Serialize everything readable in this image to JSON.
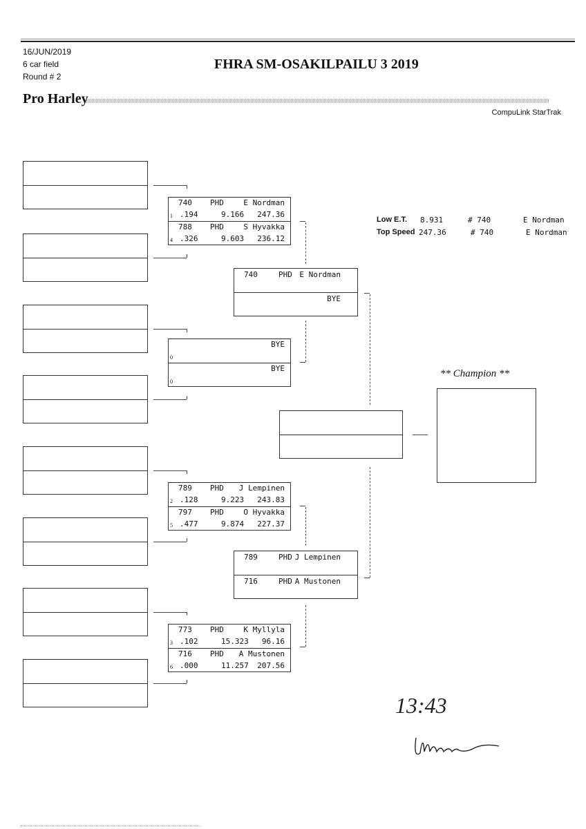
{
  "header": {
    "date": "16/JUN/2019",
    "field": "6 car field",
    "round": "Round # 2",
    "title": "FHRA SM-OSAKILPAILU 3 2019",
    "class": "Pro Harley",
    "software": "CompuLink StarTrak"
  },
  "records": {
    "low_et": {
      "label": "Low  E.T.",
      "value": "8.931",
      "car": "# 740",
      "driver": "E Nordman"
    },
    "top_speed": {
      "label": "Top Speed",
      "value": "247.36",
      "car": "# 740",
      "driver": "E Nordman"
    }
  },
  "round2": [
    {
      "top": {
        "car": "740",
        "cls": "PHD",
        "driver": "E Nordman",
        "seed": "1",
        "rt": ".194",
        "et": "9.166",
        "mph": "247.36"
      },
      "bottom": {
        "car": "788",
        "cls": "PHD",
        "driver": "S Hyvakka",
        "seed": "4",
        "rt": ".326",
        "et": "9.603",
        "mph": "236.12"
      }
    },
    {
      "top": {
        "car": "",
        "cls": "",
        "driver": "BYE",
        "seed": "0",
        "rt": "",
        "et": "",
        "mph": ""
      },
      "bottom": {
        "car": "",
        "cls": "",
        "driver": "BYE",
        "seed": "0",
        "rt": "",
        "et": "",
        "mph": ""
      }
    },
    {
      "top": {
        "car": "789",
        "cls": "PHD",
        "driver": "J Lempinen",
        "seed": "2",
        "rt": ".128",
        "et": "9.223",
        "mph": "243.83"
      },
      "bottom": {
        "car": "797",
        "cls": "PHD",
        "driver": "O Hyvakka",
        "seed": "5",
        "rt": ".477",
        "et": "9.874",
        "mph": "227.37"
      }
    },
    {
      "top": {
        "car": "773",
        "cls": "PHD",
        "driver": "K Myllyla",
        "seed": "3",
        "rt": ".102",
        "et": "15.323",
        "mph": "96.16"
      },
      "bottom": {
        "car": "716",
        "cls": "PHD",
        "driver": "A Mustonen",
        "seed": "6",
        "rt": ".000",
        "et": "11.257",
        "mph": "207.56"
      }
    }
  ],
  "round3": [
    {
      "top": {
        "car": "740",
        "cls": "PHD",
        "driver": "E Nordman"
      },
      "bottom": {
        "car": "",
        "cls": "",
        "driver": "BYE"
      }
    },
    {
      "top": {
        "car": "789",
        "cls": "PHD",
        "driver": "J Lempinen"
      },
      "bottom": {
        "car": "716",
        "cls": "PHD",
        "driver": "A Mustonen"
      }
    }
  ],
  "champion_label": "** Champion **",
  "handwriting": {
    "time": "13:43",
    "signature": "signature"
  }
}
